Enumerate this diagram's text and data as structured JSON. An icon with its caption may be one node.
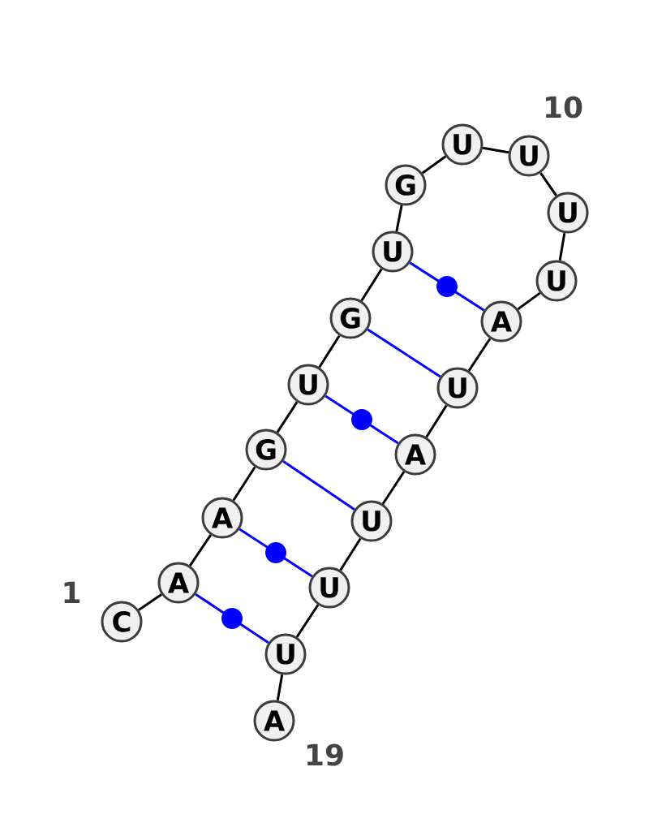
{
  "diagram": {
    "nodes": [
      {
        "text": [
          "C"
        ]
      },
      {
        "text": [
          "A"
        ]
      },
      {
        "text": [
          "A"
        ]
      },
      {
        "text": [
          "G"
        ]
      },
      {
        "text": [
          "U"
        ]
      },
      {
        "text": [
          "G"
        ]
      },
      {
        "text": [
          "U"
        ]
      },
      {
        "text": [
          "G"
        ]
      },
      {
        "text": [
          "U"
        ]
      },
      {
        "text": [
          "U"
        ]
      },
      {
        "text": [
          "U"
        ]
      },
      {
        "text": [
          "U"
        ]
      },
      {
        "text": [
          "A"
        ]
      },
      {
        "text": [
          "U"
        ]
      },
      {
        "text": [
          "A"
        ]
      },
      {
        "text": [
          "U"
        ]
      },
      {
        "text": [
          "U"
        ]
      },
      {
        "text": [
          "U"
        ]
      },
      {
        "text": [
          "A"
        ]
      }
    ],
    "edges": [
      {
        "from": 0,
        "to": 1,
        "arrow": "none"
      },
      {
        "from": 1,
        "to": 2,
        "arrow": "none"
      },
      {
        "from": 2,
        "to": 3,
        "arrow": "none"
      },
      {
        "from": 3,
        "to": 4,
        "arrow": "none"
      },
      {
        "from": 4,
        "to": 5,
        "arrow": "none"
      },
      {
        "from": 5,
        "to": 6,
        "arrow": "none"
      },
      {
        "from": 6,
        "to": 7,
        "arrow": "none"
      },
      {
        "from": 7,
        "to": 8,
        "arrow": "none"
      },
      {
        "from": 8,
        "to": 9,
        "arrow": "none"
      },
      {
        "from": 9,
        "to": 10,
        "arrow": "none"
      },
      {
        "from": 10,
        "to": 11,
        "arrow": "none"
      },
      {
        "from": 11,
        "to": 12,
        "arrow": "none"
      },
      {
        "from": 12,
        "to": 13,
        "arrow": "none"
      },
      {
        "from": 13,
        "to": 14,
        "arrow": "none"
      },
      {
        "from": 14,
        "to": 15,
        "arrow": "none"
      },
      {
        "from": 15,
        "to": 16,
        "arrow": "none"
      },
      {
        "from": 16,
        "to": 17,
        "arrow": "none"
      },
      {
        "from": 17,
        "to": 18,
        "arrow": "none"
      },
      {
        "from": 6,
        "to": 12,
        "arrow": "none",
        "color": "#0000ff"
      },
      {
        "from": 5,
        "to": 13,
        "arrow": "none",
        "color": "#0000ff"
      },
      {
        "from": 4,
        "to": 14,
        "arrow": "none",
        "color": "#0000ff"
      },
      {
        "from": 3,
        "to": 15,
        "arrow": "none",
        "color": "#0000ff"
      },
      {
        "from": 2,
        "to": 16,
        "arrow": "none",
        "color": "#0000ff"
      },
      {
        "from": 1,
        "to": 17,
        "arrow": "none",
        "color": "#0000ff"
      }
    ],
    "labels": [
      "10",
      "1",
      "19"
    ]
  }
}
